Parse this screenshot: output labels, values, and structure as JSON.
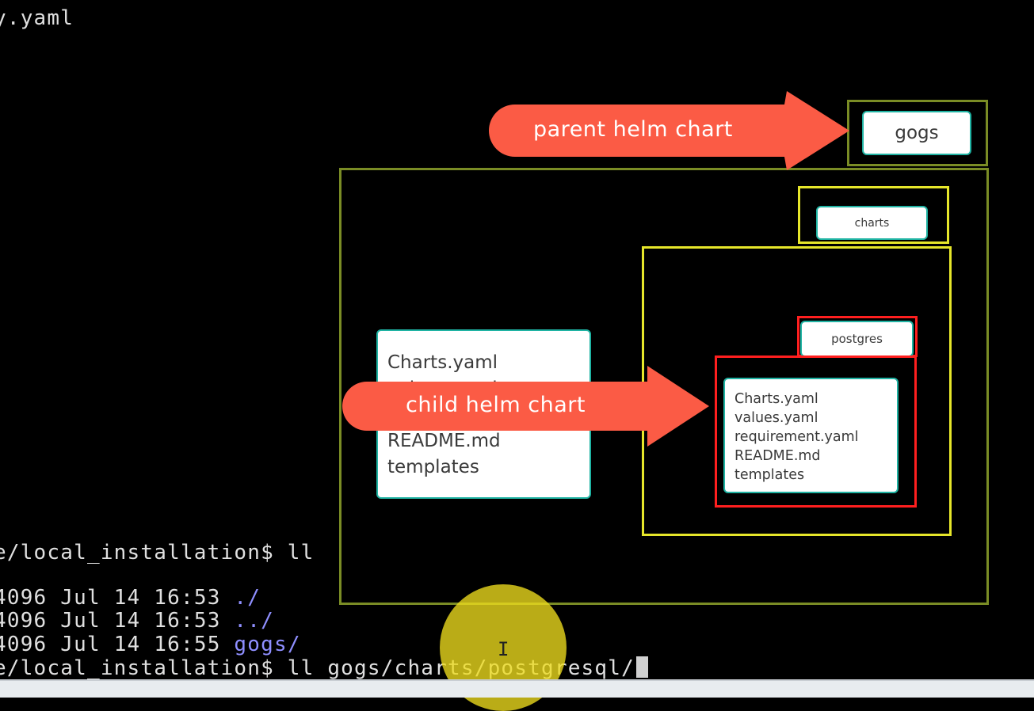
{
  "terminal": {
    "line_top": "y.yaml",
    "prompt1": "e/local_installation$ ll",
    "listing": [
      {
        "size": "4096",
        "month": "Jul",
        "day": "14",
        "time": "16:53",
        "name": "./"
      },
      {
        "size": "4096",
        "month": "Jul",
        "day": "14",
        "time": "16:53",
        "name": "../"
      },
      {
        "size": "4096",
        "month": "Jul",
        "day": "14",
        "time": "16:55",
        "name": "gogs/"
      }
    ],
    "prompt2": "e/local_installation$ ll gogs/charts/postgresql/"
  },
  "diagram": {
    "parent_arrow_label": "parent helm chart",
    "child_arrow_label": "child helm chart",
    "gogs_label": "gogs",
    "charts_label": "charts",
    "postgres_label": "postgres",
    "parent_files": "Charts.yaml\nvalues.yaml\nrequirement.yaml\nREADME.md\ntemplates",
    "child_files": "Charts.yaml\nvalues.yaml\nrequirement.yaml\nREADME.md\ntemplates"
  },
  "colors": {
    "arrow": "#fb5b45",
    "olive_border": "#7a8c25",
    "yellow_border": "#e6e62a",
    "red_border": "#ff1f1f",
    "card_border": "#1fb3a3",
    "highlight": "#eedc1e"
  },
  "icons": {
    "cursor": "text-cursor-icon",
    "terminal_cursor": "block-cursor-icon"
  }
}
